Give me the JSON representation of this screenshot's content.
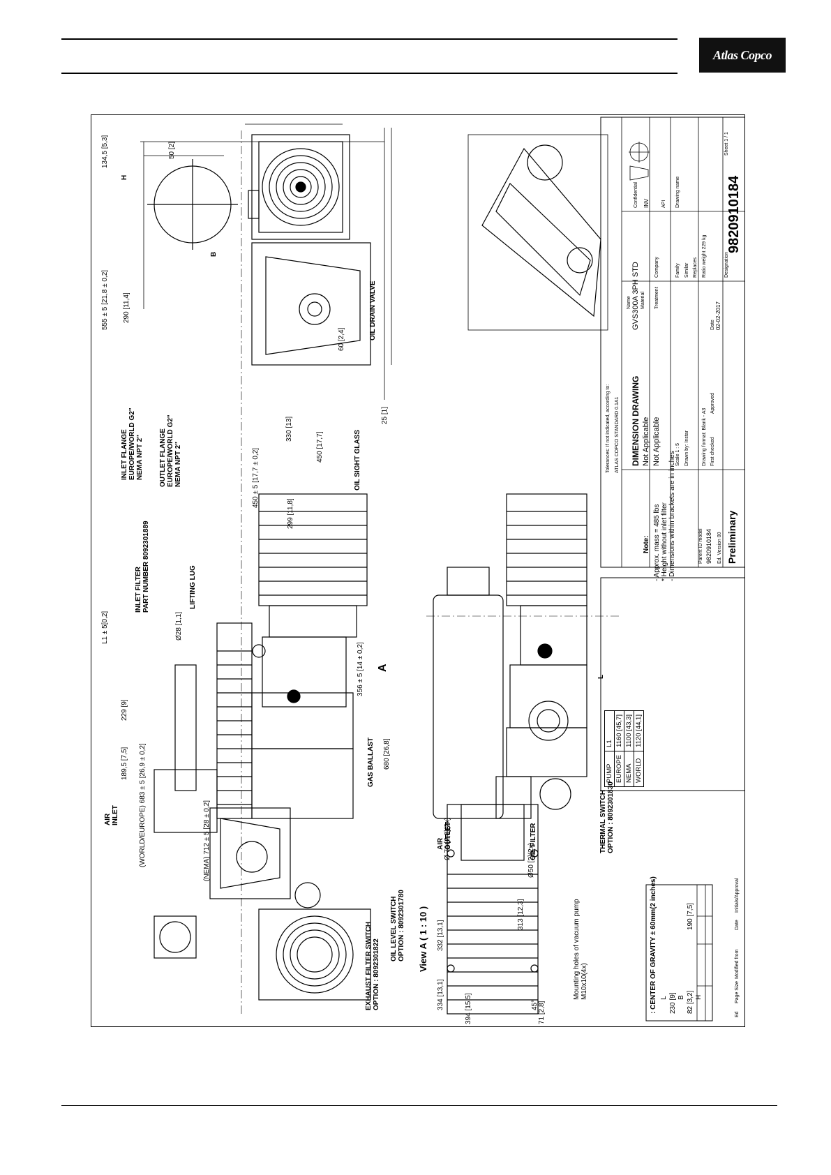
{
  "header": {
    "logo_text": "Atlas Copco"
  },
  "labels": {
    "h": "H",
    "dim_50": "50 [2]",
    "dim_134": "134,5 [5,3]",
    "b": "B",
    "dim_290": "290 [11,4]",
    "dim_555": "555 ± 5 [21,8 ± 0,2]",
    "dim_60": "60 [2,4]",
    "oil_drain_valve": "OIL DRAIN VALVE",
    "dim_25": "25 [1]",
    "dim_330": "330 [13]",
    "dim_450_17": "450 [17,7]",
    "oil_sight_glass": "OIL SIGHT GLASS",
    "inlet_flange": "INLET FLANGE\nEUROPE/WORLD G2\"\nNEMA NPT 2\"",
    "outlet_flange": "OUTLET FLANGE\nEUROPE/WORLD G2\"\nNEMA NPT 2\"",
    "dim_450_5": "450 ± 5 [17,7 ± 0,2]",
    "dim_299": "299 [11,8]",
    "dim_L1": "L1 ± 5[0,2]",
    "inlet_filter": "INLET FILTER\nPART NUMBER 8092301889",
    "lifting_lug": "LIFTING LUG",
    "dia_28": "Ø28 [1,1]",
    "dim_356": "356 ± 5 [14 ± 0,2]",
    "a_arrow": "A",
    "dim_229": "229 [9]",
    "dim_189": "189,5 [7,5]",
    "air_inlet": "AIR\nINLET",
    "gas_ballast": "GAS BALLAST",
    "dim_680": "680 [26,8]",
    "dim_683": "(WORLD/EUROPE) 683 ± 5 [26,9 ± 0,2]",
    "dim_712": "(NEMA) 712 ± 5 [28 ± 0,2]",
    "air_outlet": "AIR\nOUTLET",
    "l": "L",
    "thermal_switch": "THERMAL SWITCH\nOPTION : 8092301830",
    "exhaust_filter_switch": "EXHAUST FILTER SWITCH\nOPTION : 8092301822",
    "oil_level_switch": "OIL LEVEL SWITCH\nOPTION : 8092301780",
    "view_a": "View A ( 1 : 10 )",
    "dim_334": "334 [13,1]",
    "dim_332": "332 [13,1]",
    "dia_70": "Ø 70 [2,8](2x)",
    "oil_filter": "OIL FILTER",
    "dia_50": "Ø50 [2](2x)",
    "dim_313": "313 [12,3]",
    "mounting_holes": "Mounting holes of vacuum pump\nM10x10(4x)",
    "angle_45": "45°",
    "dim_394": "394 [15,5]",
    "dim_71": "71 [2,8]",
    "note_title": "Note:",
    "note_lines": "- Approx. mass = 485 lbs\n* Height without inlet filter\n- Dimensions within brackets are in inches"
  },
  "cog_table": {
    "title": ": CENTER OF GRAVITY ± 60mm(2 inches)",
    "headers": [
      "L",
      "B",
      "H"
    ],
    "values": [
      "230 [9]",
      "82 [3,2]",
      "190 [7,5]"
    ]
  },
  "pump_table": {
    "headers": [
      "PUMP",
      "L1"
    ],
    "rows": [
      [
        "EUROPE",
        "1160 [45,7]"
      ],
      [
        "NEMA",
        "1100 [43,3]"
      ],
      [
        "WORLD",
        "1120 [44,1]"
      ]
    ]
  },
  "revision": {
    "ed": "Ed",
    "page_size": "Page Size",
    "modified_from": "Modified from",
    "date": "Date",
    "initials": "Initials/Approval"
  },
  "title_block": {
    "tolerances": "Tolerances: If not indicated, according to:",
    "std": "ATLAS COPCO STANDARD 0.1A1",
    "name_label": "Name",
    "name": "DIMENSION DRAWING",
    "material_label": "Material",
    "material": "Not Applicable",
    "treatment_label": "Treatment",
    "treatment": "Not Applicable",
    "scale": "Scale 1 : 5",
    "drawn_by": "Drawn by: Instar",
    "family": "Family",
    "similar": "Similar",
    "replaces": "Replaces",
    "ratio_weight": "Ratio weight 229 kg",
    "drawing_format": "Drawing format: Blank - A3",
    "first_checked": "First checked",
    "approved": "Approved",
    "date_label": "Date",
    "date": "02-02-2017",
    "model": "GVS300A 3PH STD",
    "designation_label": "Designation",
    "number": "9820910184",
    "sheet": "Sheet 1 / 1",
    "status": "Preliminary",
    "ed_version": "Ed. Version 00",
    "ref_id": "9820910184",
    "parent": "Parent ID model",
    "confidential": "Confidential",
    "inv": "INV",
    "company": "Company",
    "api": "API",
    "drawing_name": "Drawing name"
  }
}
